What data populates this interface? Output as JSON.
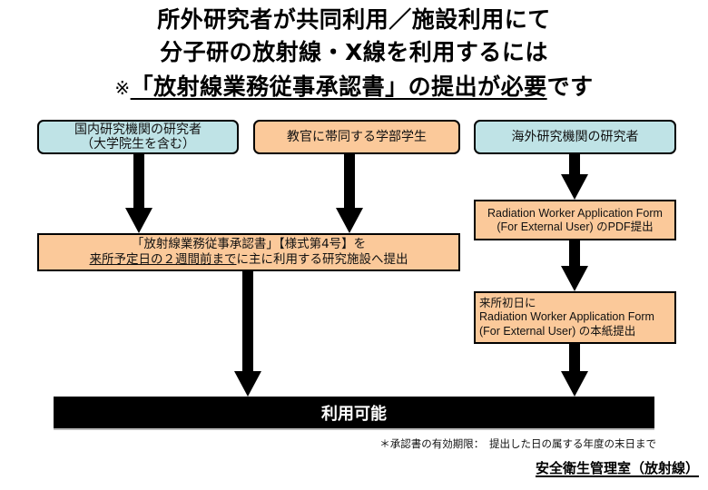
{
  "title": {
    "line1": "所外研究者が共同利用／施設利用にて",
    "line2": "分子研の放射線・X線を利用するには",
    "line3_mark": "※",
    "line3_underlined": "「放射線業務従事承認書」の提出が必要",
    "line3_tail": "です"
  },
  "applicants": {
    "domestic": {
      "line1": "国内研究機関の研究者",
      "line2": "（大学院生を含む）"
    },
    "student": {
      "label": "教官に帯同する学部学生"
    },
    "overseas": {
      "label": "海外研究機関の研究者"
    }
  },
  "domestic_submission": {
    "line1": "「放射線業務従事承認書」【様式第4号】を",
    "line2_underlined": "来所予定日の２週間前まで",
    "line2_tail": "に主に利用する研究施設へ提出"
  },
  "overseas_pdf": {
    "line1": "Radiation Worker Application Form",
    "line2": "(For External User) のPDF提出"
  },
  "overseas_paper": {
    "line1": "来所初日に",
    "line2": "Radiation Worker Application Form",
    "line3": "(For External User) の本紙提出"
  },
  "result": {
    "label": "利用可能"
  },
  "note": "＊承認書の有効期限：　提出した日の属する年度の末日まで",
  "department": "安全衛生管理室（放射線）",
  "colors": {
    "blue_box": "#bfe3e6",
    "orange_box": "#fbc99a",
    "result_bar": "#000000"
  }
}
